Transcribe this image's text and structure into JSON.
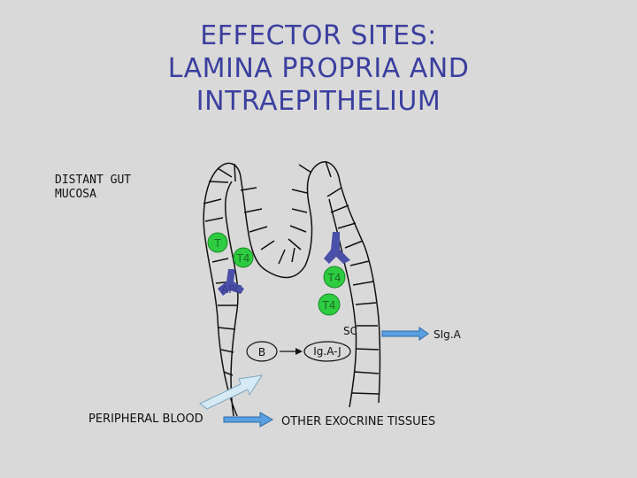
{
  "title": {
    "line1": "EFFECTOR SITES:",
    "line2": "LAMINA PROPRIA AND",
    "line3": "INTRAEPITHELIUM"
  },
  "labels": {
    "site_line1": "DISTANT GUT",
    "site_line2": "MUCOSA",
    "peripheral": "PERIPHERAL BLOOD",
    "exocrine": "OTHER EXOCRINE TISSUES",
    "siga": "SIg.A",
    "sc": "SC",
    "iga_j": "Ig.A-J",
    "b_cell": "B"
  },
  "cells": {
    "t_cell_1": "T",
    "t_cell_2": "T4",
    "t_cell_3": "T4",
    "t_cell_4": "T4",
    "apc_cell": "APC"
  },
  "colors": {
    "title": "#3b3f9e",
    "t_cell": "#2ecc40",
    "apc": "#4a4fa8",
    "arrow_fill": "#5aa0e0",
    "light_arrow_fill": "#d6eaf5",
    "background": "#d9d9d9"
  },
  "icons": {
    "apc_shape": "dendritic-cell-icon",
    "arrow": "block-arrow-icon"
  }
}
